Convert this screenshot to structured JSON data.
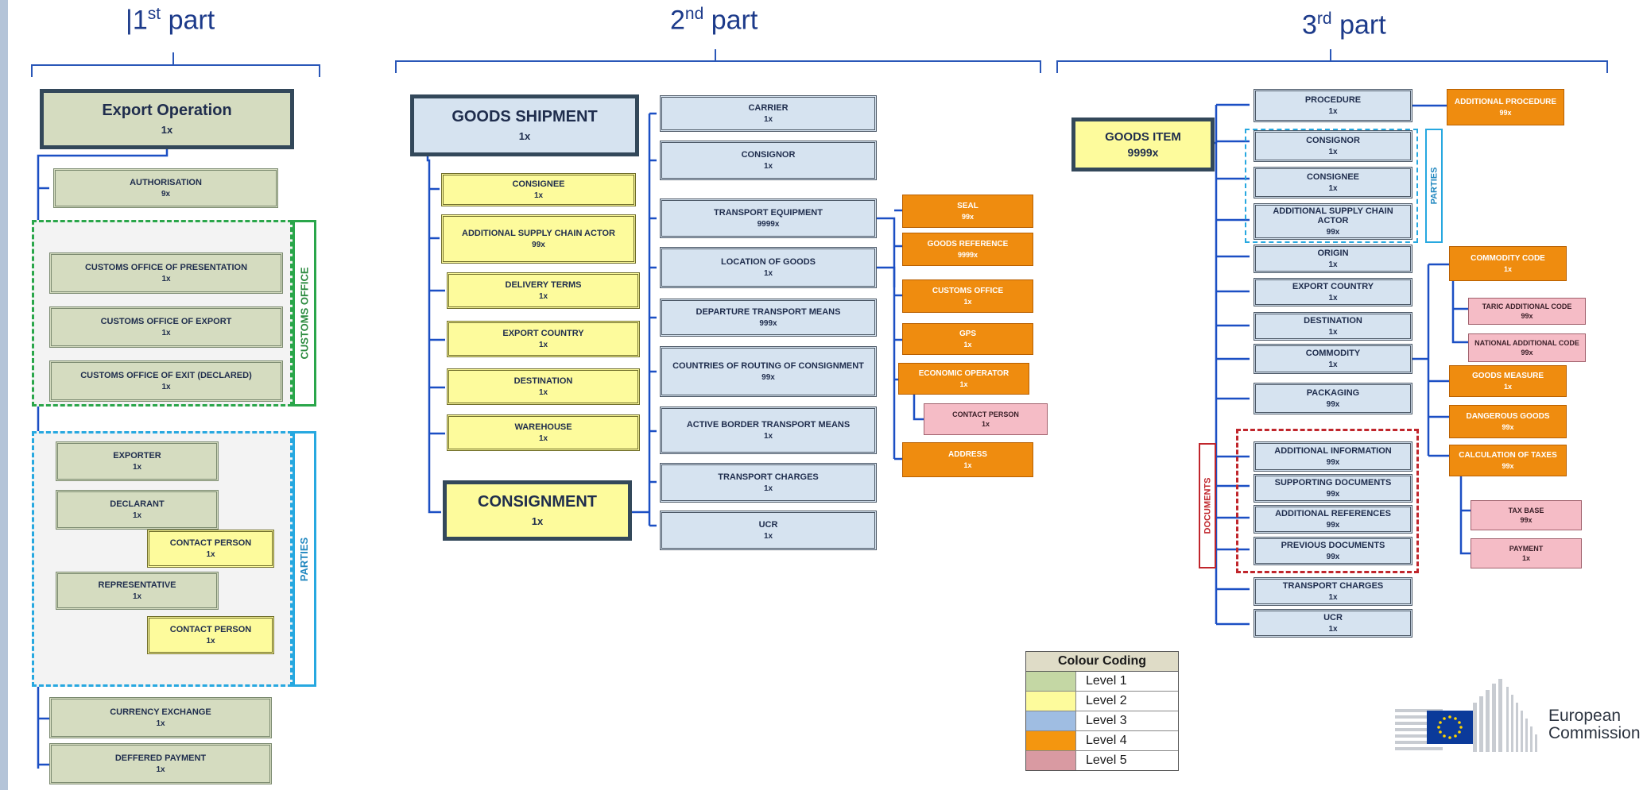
{
  "parts": [
    {
      "num": "1",
      "suffix": "st",
      "word": "part",
      "prefix": "|"
    },
    {
      "num": "2",
      "suffix": "nd",
      "word": "part",
      "prefix": ""
    },
    {
      "num": "3",
      "suffix": "rd",
      "word": "part",
      "prefix": ""
    }
  ],
  "part1": {
    "export_operation": {
      "label": "Export Operation",
      "mult": "1x"
    },
    "authorisation": {
      "label": "AUTHORISATION",
      "mult": "9x"
    },
    "customs_office_of_presentation": {
      "label": "CUSTOMS OFFICE OF PRESENTATION",
      "mult": "1x"
    },
    "customs_office_of_export": {
      "label": "CUSTOMS OFFICE OF EXPORT",
      "mult": "1x"
    },
    "customs_office_of_exit": {
      "label": "CUSTOMS OFFICE OF EXIT (DECLARED)",
      "mult": "1x"
    },
    "customs_office_group_label": "CUSTOMS OFFICE",
    "exporter": {
      "label": "EXPORTER",
      "mult": "1x"
    },
    "declarant": {
      "label": "DECLARANT",
      "mult": "1x"
    },
    "declarant_contact_person": {
      "label": "CONTACT PERSON",
      "mult": "1x"
    },
    "representative": {
      "label": "REPRESENTATIVE",
      "mult": "1x"
    },
    "representative_contact_person": {
      "label": "CONTACT PERSON",
      "mult": "1x"
    },
    "parties_group_label": "PARTIES",
    "currency_exchange": {
      "label": "CURRENCY EXCHANGE",
      "mult": "1x"
    },
    "deffered_payment": {
      "label": "DEFFERED PAYMENT",
      "mult": "1x"
    }
  },
  "part2": {
    "goods_shipment": {
      "label": "GOODS SHIPMENT",
      "mult": "1x"
    },
    "consignee": {
      "label": "CONSIGNEE",
      "mult": "1x"
    },
    "additional_supply_chain_actor": {
      "label": "ADDITIONAL SUPPLY CHAIN ACTOR",
      "mult": "99x"
    },
    "delivery_terms": {
      "label": "DELIVERY TERMS",
      "mult": "1x"
    },
    "export_country": {
      "label": "EXPORT COUNTRY",
      "mult": "1x"
    },
    "destination": {
      "label": "DESTINATION",
      "mult": "1x"
    },
    "warehouse": {
      "label": "WAREHOUSE",
      "mult": "1x"
    },
    "consignment": {
      "label": "CONSIGNMENT",
      "mult": "1x"
    },
    "carrier": {
      "label": "CARRIER",
      "mult": "1x"
    },
    "consignor": {
      "label": "CONSIGNOR",
      "mult": "1x"
    },
    "transport_equipment": {
      "label": "TRANSPORT EQUIPMENT",
      "mult": "9999x"
    },
    "location_of_goods": {
      "label": "LOCATION OF GOODS",
      "mult": "1x"
    },
    "departure_transport_means": {
      "label": "DEPARTURE TRANSPORT MEANS",
      "mult": "999x"
    },
    "countries_of_routing": {
      "label": "COUNTRIES OF ROUTING OF CONSIGNMENT",
      "mult": "99x"
    },
    "active_border_transport_means": {
      "label": "ACTIVE BORDER TRANSPORT MEANS",
      "mult": "1x"
    },
    "transport_charges": {
      "label": "TRANSPORT CHARGES",
      "mult": "1x"
    },
    "ucr": {
      "label": "UCR",
      "mult": "1x"
    },
    "seal": {
      "label": "SEAL",
      "mult": "99x"
    },
    "goods_reference": {
      "label": "GOODS REFERENCE",
      "mult": "9999x"
    },
    "customs_office": {
      "label": "CUSTOMS OFFICE",
      "mult": "1x"
    },
    "gps": {
      "label": "GPS",
      "mult": "1x"
    },
    "economic_operator": {
      "label": "ECONOMIC OPERATOR",
      "mult": "1x"
    },
    "contact_person": {
      "label": "CONTACT PERSON",
      "mult": "1x"
    },
    "address": {
      "label": "ADDRESS",
      "mult": "1x"
    }
  },
  "part3": {
    "goods_item": {
      "label": "GOODS ITEM",
      "mult": "9999x"
    },
    "procedure": {
      "label": "PROCEDURE",
      "mult": "1x"
    },
    "additional_procedure": {
      "label": "ADDITIONAL PROCEDURE",
      "mult": "99x"
    },
    "consignor": {
      "label": "CONSIGNOR",
      "mult": "1x"
    },
    "consignee": {
      "label": "CONSIGNEE",
      "mult": "1x"
    },
    "additional_supply_chain_actor": {
      "label": "ADDITIONAL SUPPLY CHAIN ACTOR",
      "mult": "99x"
    },
    "parties_group_label": "PARTIES",
    "origin": {
      "label": "ORIGIN",
      "mult": "1x"
    },
    "export_country": {
      "label": "EXPORT COUNTRY",
      "mult": "1x"
    },
    "destination": {
      "label": "DESTINATION",
      "mult": "1x"
    },
    "commodity": {
      "label": "COMMODITY",
      "mult": "1x"
    },
    "packaging": {
      "label": "PACKAGING",
      "mult": "99x"
    },
    "additional_information": {
      "label": "ADDITIONAL INFORMATION",
      "mult": "99x"
    },
    "supporting_documents": {
      "label": "SUPPORTING DOCUMENTS",
      "mult": "99x"
    },
    "additional_references": {
      "label": "ADDITIONAL REFERENCES",
      "mult": "99x"
    },
    "previous_documents": {
      "label": "PREVIOUS DOCUMENTS",
      "mult": "99x"
    },
    "documents_group_label": "DOCUMENTS",
    "transport_charges": {
      "label": "TRANSPORT CHARGES",
      "mult": "1x"
    },
    "ucr": {
      "label": "UCR",
      "mult": "1x"
    },
    "commodity_code": {
      "label": "COMMODITY CODE",
      "mult": "1x"
    },
    "taric_additional_code": {
      "label": "TARIC ADDITIONAL CODE",
      "mult": "99x"
    },
    "national_additional_code": {
      "label": "NATIONAL ADDITIONAL CODE",
      "mult": "99x"
    },
    "goods_measure": {
      "label": "GOODS MEASURE",
      "mult": "1x"
    },
    "dangerous_goods": {
      "label": "DANGEROUS GOODS",
      "mult": "99x"
    },
    "calculation_of_taxes": {
      "label": "CALCULATION OF TAXES",
      "mult": "99x"
    },
    "tax_base": {
      "label": "TAX BASE",
      "mult": "99x"
    },
    "payment": {
      "label": "PAYMENT",
      "mult": "1x"
    }
  },
  "legend": {
    "title": "Colour Coding",
    "levels": [
      {
        "label": "Level 1",
        "color": "#c4d7a4"
      },
      {
        "label": "Level 2",
        "color": "#fdfb9c"
      },
      {
        "label": "Level 3",
        "color": "#9fbde2"
      },
      {
        "label": "Level 4",
        "color": "#f4960f"
      },
      {
        "label": "Level 5",
        "color": "#d99aa2"
      }
    ]
  },
  "logo": {
    "line1": "European",
    "line2": "Commission"
  },
  "colors": {
    "connector": "#1b4fc4",
    "customs_office_box": "#2aa64a",
    "parties_box": "#27a8e0",
    "documents_box": "#c0262c",
    "part_title": "#1c3a8a"
  }
}
